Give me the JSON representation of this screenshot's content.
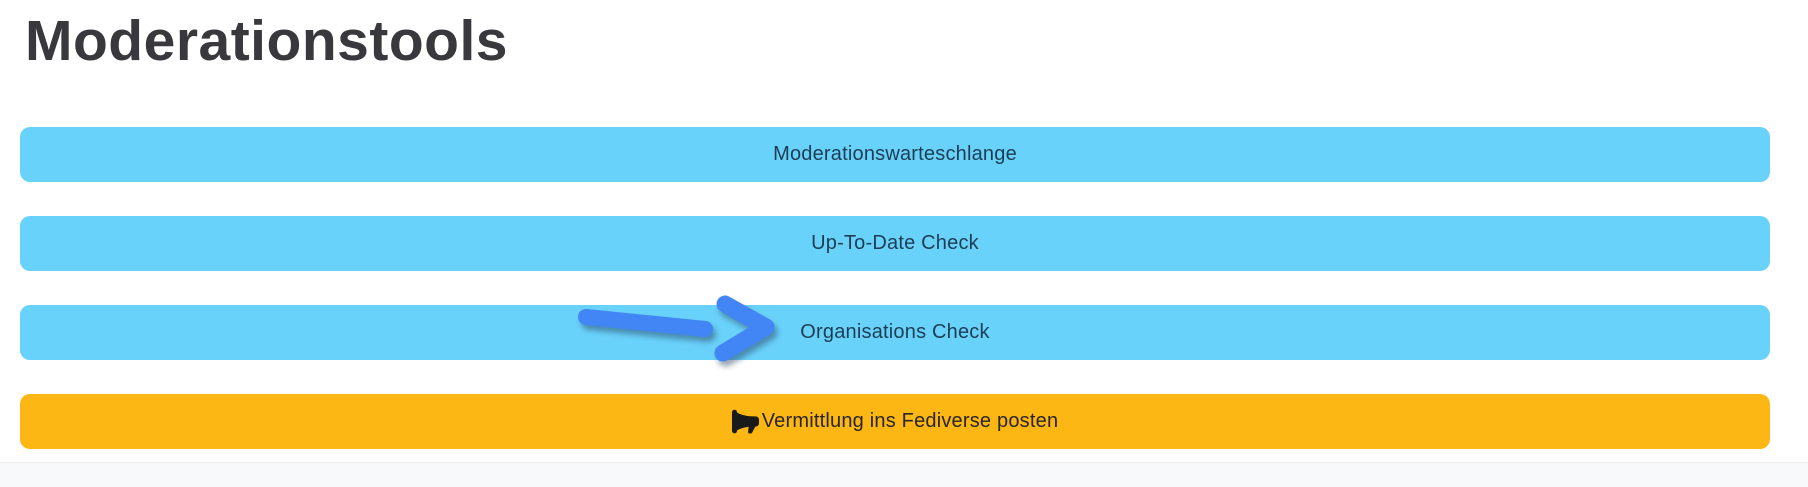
{
  "page": {
    "title": "Moderationstools"
  },
  "buttons": [
    {
      "label": "Moderationswarteschlange",
      "bg": "#69d2fb",
      "fg": "#1d3d53"
    },
    {
      "label": "Up-To-Date Check",
      "bg": "#69d2fb",
      "fg": "#1d3d53"
    },
    {
      "label": "Organisations Check",
      "bg": "#69d2fb",
      "fg": "#1d3d53"
    },
    {
      "label": "Vermittlung ins Fediverse posten",
      "bg": "#fdb714",
      "fg": "#292524",
      "icon": "megaphone-icon"
    }
  ],
  "annotation": {
    "type": "arrow",
    "color": "#4285f4",
    "points_to": "Organisations Check"
  },
  "colors": {
    "title": "#39393d",
    "page_background": "#ffffff",
    "footer_strip": "#f8f9fa"
  }
}
